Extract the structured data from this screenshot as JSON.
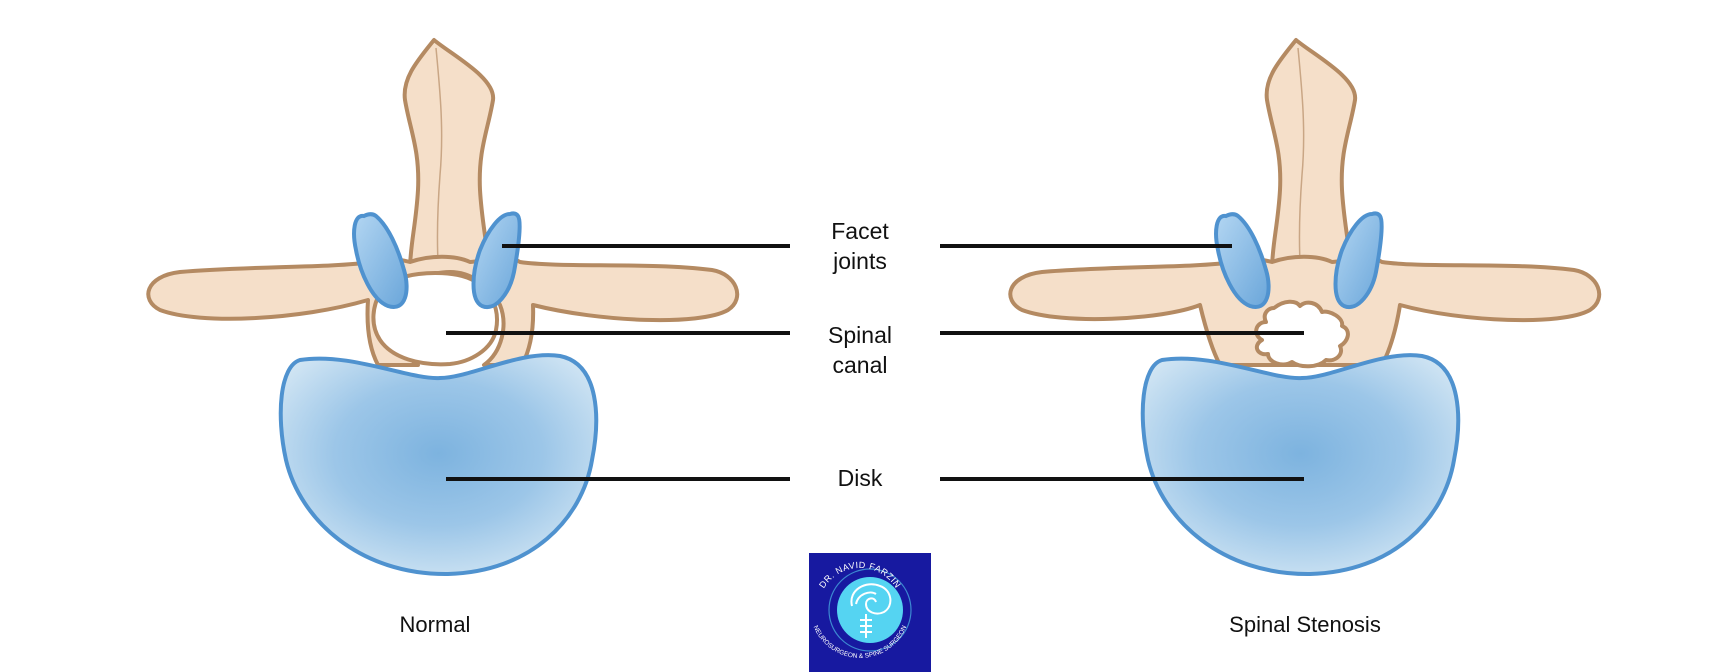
{
  "labels": {
    "facet_line1": "Facet",
    "facet_line2": "joints",
    "canal_line1": "Spinal",
    "canal_line2": "canal",
    "disk": "Disk"
  },
  "captions": {
    "left": "Normal",
    "right": "Spinal Stenosis"
  },
  "logo": {
    "arc_top": "DR. NAVID FARZIN",
    "arc_bottom": "NEUROSURGEON & SPINE SURGEON",
    "icon": "spine-brain-icon"
  },
  "colors": {
    "bone_fill": "#f5dfc9",
    "bone_stroke": "#b48a62",
    "disk_stroke": "#4f92cf",
    "disk_center": "#80b6e0",
    "disk_edge": "#c4ddf0",
    "facet_fill": "#8fc0e8",
    "logo_bg": "#1719a0",
    "logo_circle": "#55d4f2"
  }
}
